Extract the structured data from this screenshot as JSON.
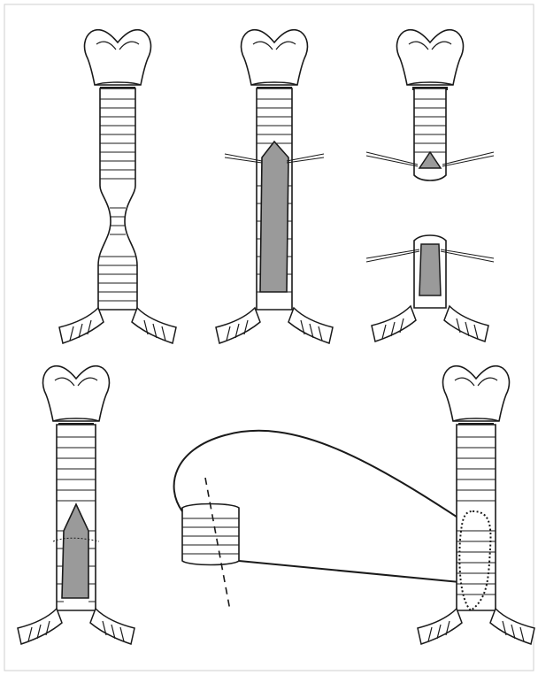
{
  "figure": {
    "colors": {
      "ink": "#1a1a1a",
      "lumen_fill": "#9a9a9a",
      "background": "#ffffff",
      "frame": "#cfcfcf"
    },
    "panels": [
      {
        "id": "stenosis",
        "depicts": "trachea-with-narrowed-segment"
      },
      {
        "id": "long-incision",
        "depicts": "trachea-opened-longitudinally"
      },
      {
        "id": "upper-stump",
        "depicts": "proximal-stump-with-stay-sutures"
      },
      {
        "id": "lower-stump",
        "depicts": "distal-stump-with-stay-sutures"
      },
      {
        "id": "short-incision",
        "depicts": "trachea-with-anterior-defect"
      },
      {
        "id": "graft-segment",
        "depicts": "excised-tracheal-segment-with-cut-line"
      },
      {
        "id": "reconstruction",
        "depicts": "trachea-with-patch-sutured"
      }
    ]
  }
}
